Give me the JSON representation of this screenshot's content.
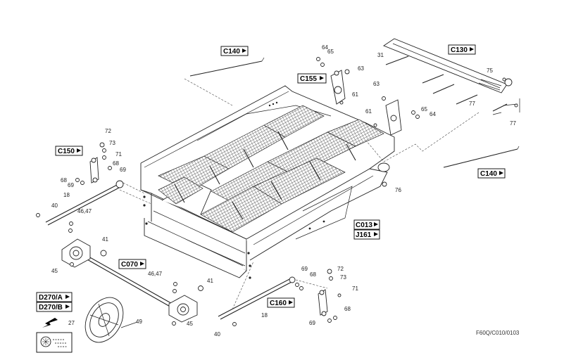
{
  "drawing_code": "F60Q/C010/0103",
  "ref_boxes": [
    {
      "id": "c140_top",
      "label": "C140"
    },
    {
      "id": "c155",
      "label": "C155"
    },
    {
      "id": "c130",
      "label": "C130"
    },
    {
      "id": "c150",
      "label": "C150"
    },
    {
      "id": "c140_right",
      "label": "C140"
    },
    {
      "id": "c013",
      "label": "C013"
    },
    {
      "id": "j161",
      "label": "J161"
    },
    {
      "id": "c070",
      "label": "C070"
    },
    {
      "id": "c160",
      "label": "C160"
    },
    {
      "id": "d270a",
      "label": "D270/A"
    },
    {
      "id": "d270b",
      "label": "D270/B"
    }
  ],
  "part_numbers": [
    "64",
    "65",
    "63",
    "61",
    "63",
    "61",
    "65",
    "64",
    "31",
    "75",
    "77",
    "77",
    "76",
    "72",
    "73",
    "71",
    "68",
    "69",
    "68",
    "69",
    "18",
    "40",
    "46,47",
    "41",
    "45",
    "46,47",
    "41",
    "45",
    "27",
    "49",
    "40",
    "18",
    "69",
    "68",
    "72",
    "73",
    "71",
    "68",
    "69"
  ]
}
